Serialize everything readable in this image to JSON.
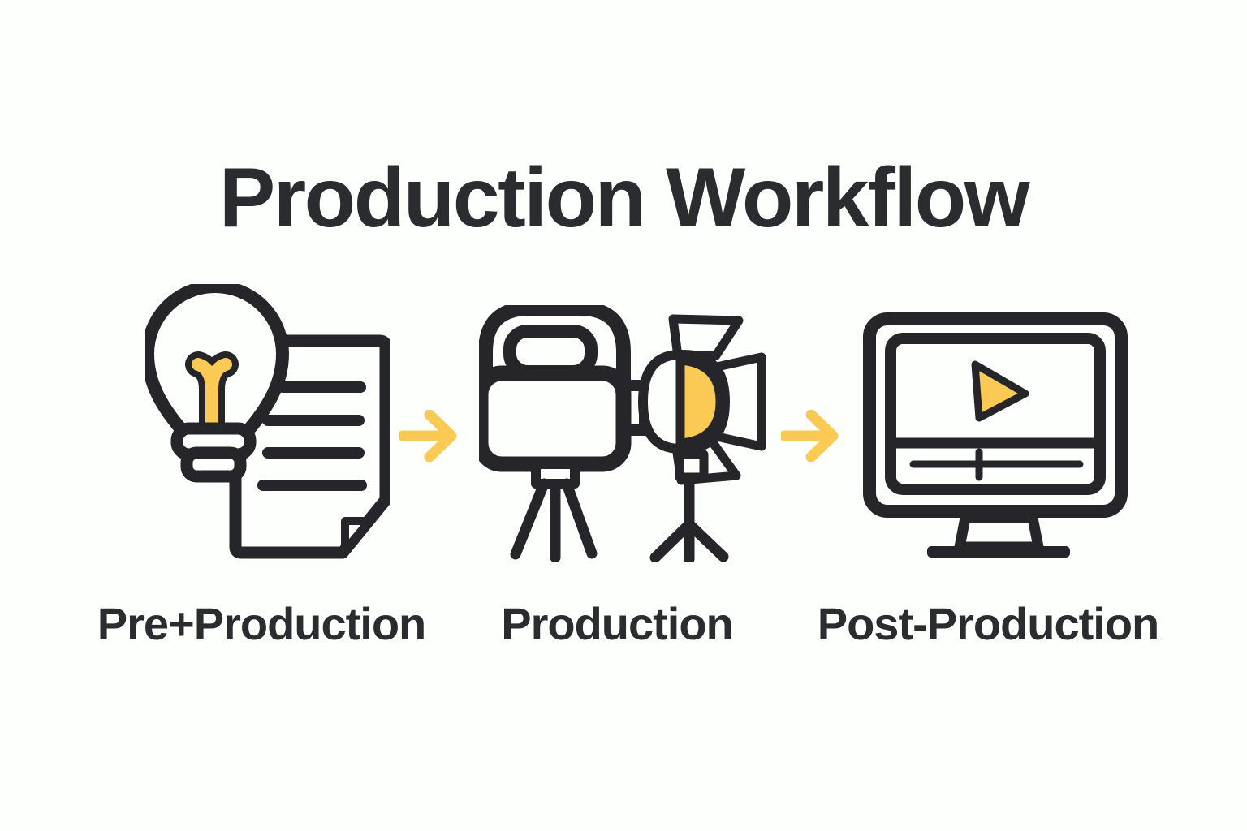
{
  "page": {
    "title": "Production Workflow"
  },
  "stages": [
    {
      "id": "pre-production",
      "label": "Pre+Production",
      "icon": "lightbulb-document-icon"
    },
    {
      "id": "production",
      "label": "Production",
      "icon": "video-camera-studio-light-icon"
    },
    {
      "id": "post-production",
      "label": "Post-Production",
      "icon": "monitor-video-player-icon"
    }
  ],
  "connectors": [
    {
      "from": "pre-production",
      "to": "production",
      "icon": "arrow-right-icon"
    },
    {
      "from": "production",
      "to": "post-production",
      "icon": "arrow-right-icon"
    }
  ],
  "colors": {
    "background": "#FDFFFC",
    "ink": "#26262A",
    "text": "#2B2C30",
    "accent_yellow": "#FACA55"
  }
}
